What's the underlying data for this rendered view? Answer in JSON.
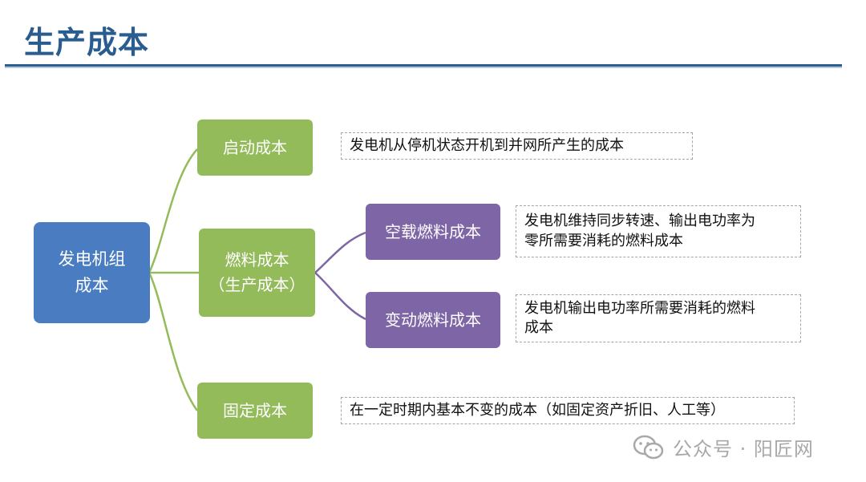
{
  "page": {
    "title": "生产成本"
  },
  "diagram": {
    "root": {
      "label_line1": "发电机组",
      "label_line2": "成本"
    },
    "branches": [
      {
        "label": "启动成本",
        "description": "发电机从停机状态开机到并网所产生的成本"
      },
      {
        "label_line1": "燃料成本",
        "label_line2": "（生产成本）",
        "children": [
          {
            "label": "空载燃料成本",
            "description_line1": "发电机维持同步转速、输出电功率为",
            "description_line2": "零所需要消耗的燃料成本"
          },
          {
            "label": "变动燃料成本",
            "description_line1": "发电机输出电功率所需要消耗的燃料",
            "description_line2": "成本"
          }
        ]
      },
      {
        "label": "固定成本",
        "description": "在一定时期内基本不变的成本（如固定资产折旧、人工等）"
      }
    ]
  },
  "watermark": {
    "text": "公众号 · 阳匠网",
    "icon": "wechat-icon"
  },
  "colors": {
    "title": "#2a5d8f",
    "root": "#4a7cc2",
    "branch": "#93bb5a",
    "sub_branch": "#7d65a6",
    "green_connector": "#93bb5a",
    "purple_connector": "#7d65a6"
  }
}
